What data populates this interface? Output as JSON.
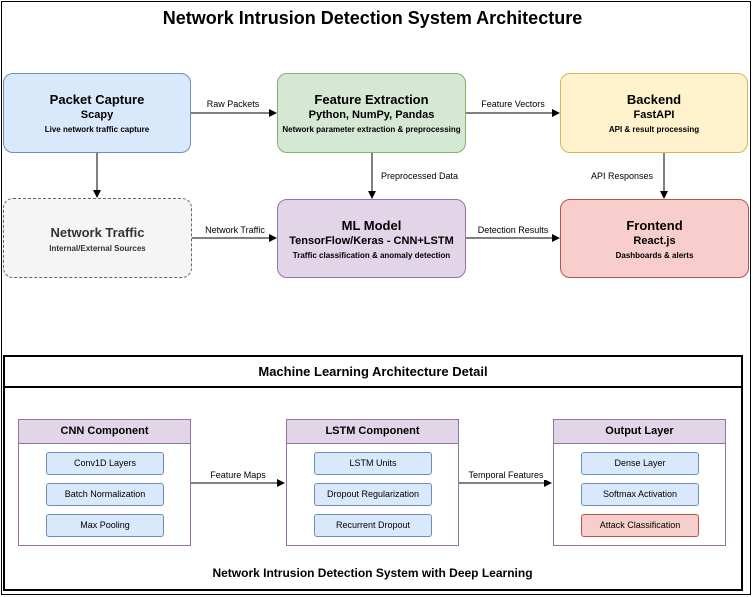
{
  "title": "Network Intrusion Detection System Architecture",
  "nodes": {
    "packet_capture": {
      "title": "Packet Capture",
      "tech": "Scapy",
      "desc": "Live network traffic capture"
    },
    "feature_extraction": {
      "title": "Feature Extraction",
      "tech": "Python, NumPy, Pandas",
      "desc": "Network parameter extraction & preprocessing"
    },
    "backend": {
      "title": "Backend",
      "tech": "FastAPI",
      "desc": "API & result processing"
    },
    "network_traffic": {
      "title": "Network Traffic",
      "desc": "Internal/External Sources"
    },
    "ml_model": {
      "title": "ML Model",
      "tech": "TensorFlow/Keras - CNN+LSTM",
      "desc": "Traffic classification & anomaly detection"
    },
    "frontend": {
      "title": "Frontend",
      "tech": "React.js",
      "desc": "Dashboards & alerts"
    }
  },
  "edges": {
    "raw_packets": "Raw Packets",
    "feature_vectors": "Feature Vectors",
    "preprocessed_data": "Preprocessed Data",
    "api_responses": "API Responses",
    "network_traffic": "Network Traffic",
    "detection_results": "Detection Results",
    "feature_maps": "Feature Maps",
    "temporal_features": "Temporal Features"
  },
  "ml_detail": {
    "header": "Machine Learning Architecture Detail",
    "cnn": {
      "title": "CNN Component",
      "items": [
        "Conv1D Layers",
        "Batch Normalization",
        "Max Pooling"
      ]
    },
    "lstm": {
      "title": "LSTM Component",
      "items": [
        "LSTM Units",
        "Dropout Regularization",
        "Recurrent Dropout"
      ]
    },
    "output": {
      "title": "Output Layer",
      "items": [
        "Dense Layer",
        "Softmax Activation",
        "Attack Classification"
      ]
    },
    "footer": "Network Intrusion Detection System with Deep Learning"
  },
  "colors": {
    "blue": "#dae8fc",
    "green": "#d5e8d4",
    "yellow": "#fff2cc",
    "purple": "#e1d5e7",
    "red": "#f8cecc",
    "grey": "#f5f5f5"
  }
}
